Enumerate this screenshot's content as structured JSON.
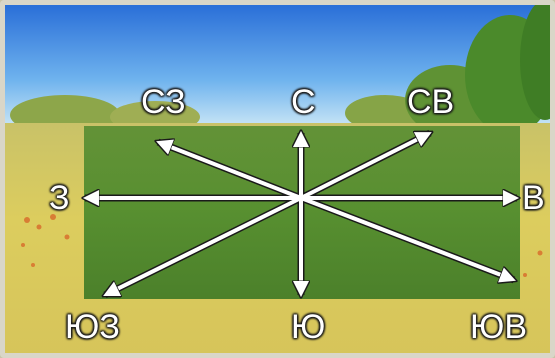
{
  "directions": {
    "north": "С",
    "northeast": "СВ",
    "east": "В",
    "southeast": "ЮВ",
    "south": "Ю",
    "southwest": "ЮЗ",
    "west": "З",
    "northwest": "СЗ"
  },
  "colors": {
    "sky_top": "#2a6fd8",
    "sky_bottom": "#bfe4f5",
    "field": "#d8c75e",
    "rectangle": "#4f8a2e",
    "arrow": "#ffffff"
  }
}
